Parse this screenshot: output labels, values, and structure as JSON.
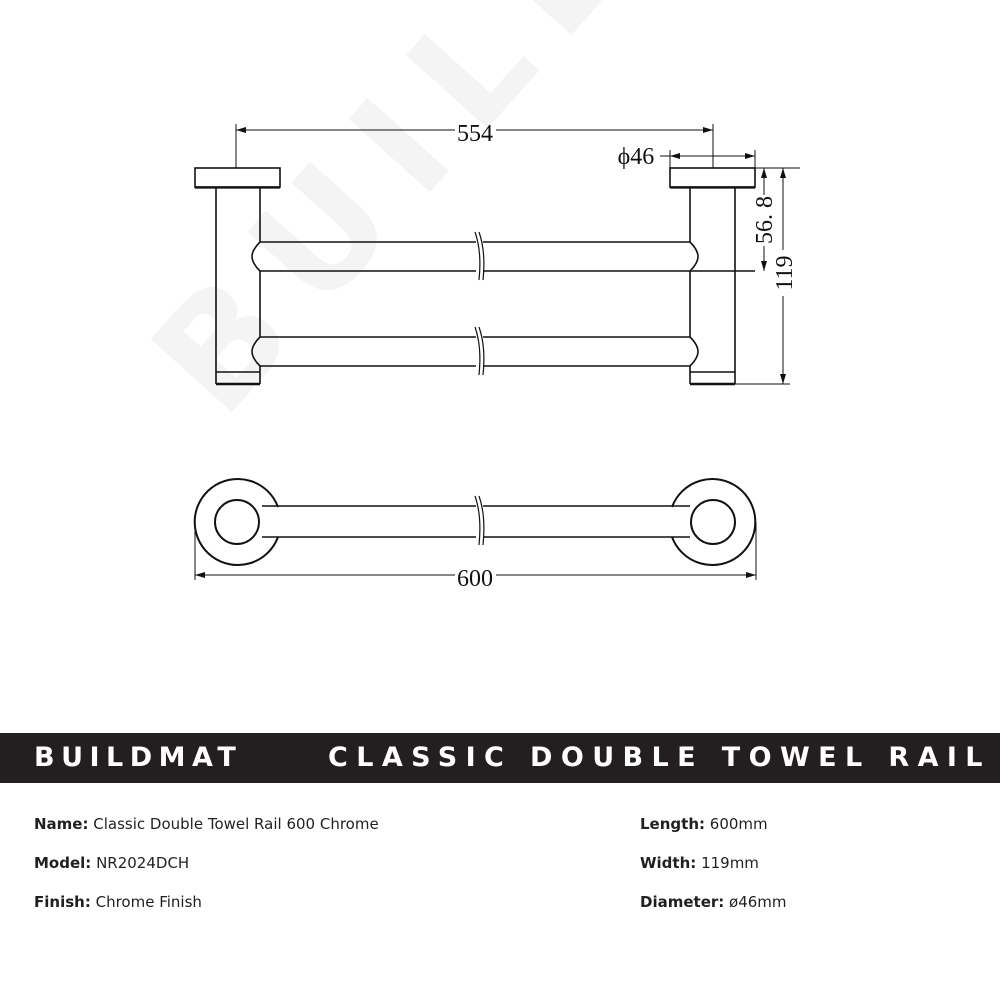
{
  "watermark": "BUILDMAT",
  "drawing": {
    "front_view": {
      "dimension_overall_centers": "554",
      "dimension_flange_diameter": "ϕ46",
      "dimension_rail_offset": "56. 8",
      "dimension_depth": "119"
    },
    "top_view": {
      "dimension_length": "600"
    }
  },
  "banner": {
    "brand": "BUILDMAT",
    "product_title": "CLASSIC DOUBLE TOWEL RAIL",
    "background_color": "#231f20",
    "text_color": "#ffffff"
  },
  "specs": {
    "left": [
      {
        "label": "Name:",
        "value": "Classic Double Towel Rail 600 Chrome"
      },
      {
        "label": "Model:",
        "value": "NR2024DCH"
      },
      {
        "label": "Finish:",
        "value": "Chrome Finish"
      }
    ],
    "right": [
      {
        "label": "Length:",
        "value": "600mm"
      },
      {
        "label": "Width:",
        "value": "119mm"
      },
      {
        "label": "Diameter:",
        "value": "ø46mm"
      }
    ]
  }
}
